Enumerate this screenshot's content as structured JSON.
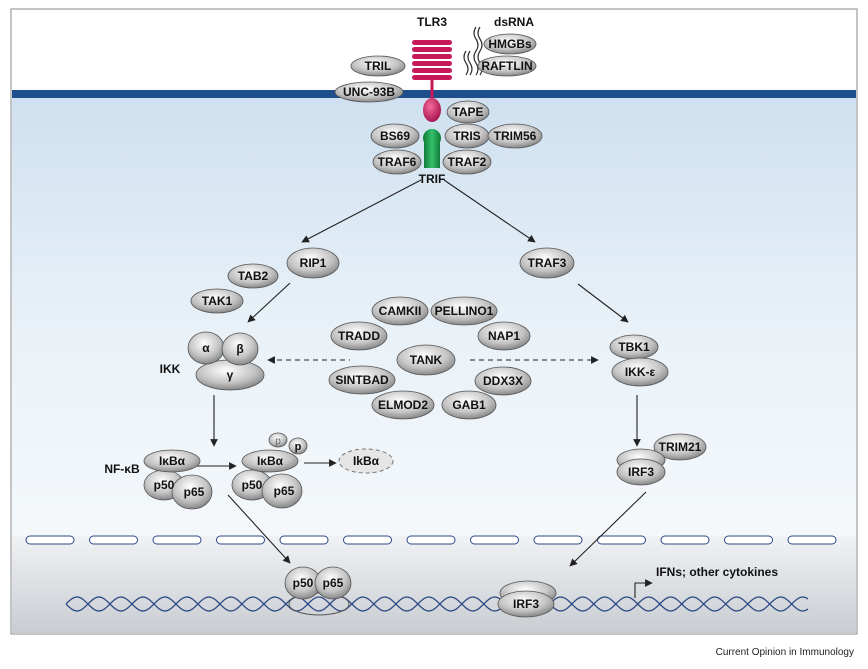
{
  "receptor": {
    "name": "TLR3",
    "color": "#c8185a"
  },
  "ligand": {
    "name": "dsRNA"
  },
  "adaptor": {
    "name": "TRIF",
    "color": "#1a9a45"
  },
  "membrane_color": "#1e4e8c",
  "proteins": {
    "hmgbs": "HMGBs",
    "raftlin": "RAFTLIN",
    "tril": "TRIL",
    "unc93b": "UNC-93B",
    "tape": "TAPE",
    "bs69": "BS69",
    "tris": "TRIS",
    "trim56": "TRIM56",
    "traf6": "TRAF6",
    "traf2": "TRAF2",
    "rip1": "RIP1",
    "traf3": "TRAF3",
    "tab2": "TAB2",
    "tak1": "TAK1",
    "camkii": "CAMKII",
    "pellino1": "PELLINO1",
    "tradd": "TRADD",
    "nap1": "NAP1",
    "tank": "TANK",
    "sintbad": "SINTBAD",
    "ddx3x": "DDX3X",
    "elmod2": "ELMOD2",
    "gab1": "GAB1",
    "tbk1": "TBK1",
    "ikke": "IKK-ε",
    "trim21": "TRIM21",
    "irf3": "IRF3",
    "irf3_nuc": "IRF3"
  },
  "ikk": {
    "label": "IKK",
    "alpha": "α",
    "beta": "β",
    "gamma": "γ"
  },
  "nfkb": {
    "label": "NF-κB",
    "ikba": "IκBα",
    "p50": "p50",
    "p65": "p65",
    "p_small": "p",
    "ikba_degraded": "IkBα",
    "nuc_p50": "p50",
    "nuc_p65": "p65"
  },
  "output": "IFNs; other cytokines",
  "footer": "Current Opinion in Immunology"
}
